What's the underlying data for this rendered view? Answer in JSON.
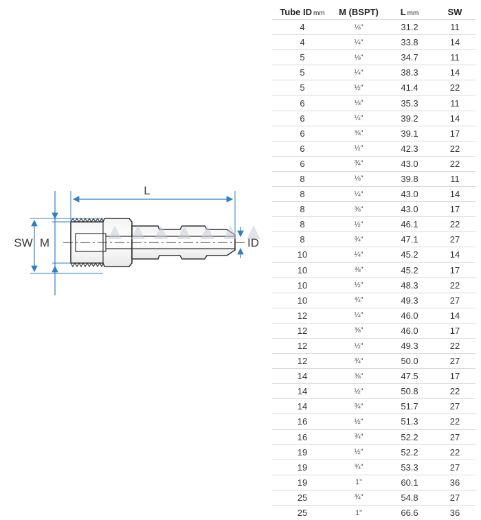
{
  "drawing": {
    "labels": {
      "L": "L",
      "SW": "SW",
      "M": "M",
      "ID": "ID"
    },
    "dimension_color": "#2f7fc1",
    "watermark_color": "#c8cdd8"
  },
  "table": {
    "headers": [
      {
        "label": "Tube ID",
        "unit": "mm"
      },
      {
        "label": "M (BSPT)",
        "unit": ""
      },
      {
        "label": "L",
        "unit": "mm"
      },
      {
        "label": "SW",
        "unit": ""
      }
    ],
    "rows": [
      [
        "4",
        "⅛\"",
        "31.2",
        "11"
      ],
      [
        "4",
        "¼\"",
        "33.8",
        "14"
      ],
      [
        "5",
        "⅛\"",
        "34.7",
        "11"
      ],
      [
        "5",
        "¼\"",
        "38.3",
        "14"
      ],
      [
        "5",
        "½\"",
        "41.4",
        "22"
      ],
      [
        "6",
        "⅛\"",
        "35.3",
        "11"
      ],
      [
        "6",
        "¼\"",
        "39.2",
        "14"
      ],
      [
        "6",
        "⅜\"",
        "39.1",
        "17"
      ],
      [
        "6",
        "½\"",
        "42.3",
        "22"
      ],
      [
        "6",
        "¾\"",
        "43.0",
        "22"
      ],
      [
        "8",
        "⅛\"",
        "39.8",
        "11"
      ],
      [
        "8",
        "¼\"",
        "43.0",
        "14"
      ],
      [
        "8",
        "⅜\"",
        "43.0",
        "17"
      ],
      [
        "8",
        "½\"",
        "46.1",
        "22"
      ],
      [
        "8",
        "¾\"",
        "47.1",
        "27"
      ],
      [
        "10",
        "¼\"",
        "45.2",
        "14"
      ],
      [
        "10",
        "⅜\"",
        "45.2",
        "17"
      ],
      [
        "10",
        "½\"",
        "48.3",
        "22"
      ],
      [
        "10",
        "¾\"",
        "49.3",
        "27"
      ],
      [
        "12",
        "¼\"",
        "46.0",
        "14"
      ],
      [
        "12",
        "⅜\"",
        "46.0",
        "17"
      ],
      [
        "12",
        "½\"",
        "49.3",
        "22"
      ],
      [
        "12",
        "¾\"",
        "50.0",
        "27"
      ],
      [
        "14",
        "⅜\"",
        "47.5",
        "17"
      ],
      [
        "14",
        "½\"",
        "50.8",
        "22"
      ],
      [
        "14",
        "¾\"",
        "51.7",
        "27"
      ],
      [
        "16",
        "½\"",
        "51.3",
        "22"
      ],
      [
        "16",
        "¾\"",
        "52.2",
        "27"
      ],
      [
        "19",
        "½\"",
        "52.2",
        "22"
      ],
      [
        "19",
        "¾\"",
        "53.3",
        "27"
      ],
      [
        "19",
        "1\"",
        "60.1",
        "36"
      ],
      [
        "25",
        "¾\"",
        "54.8",
        "27"
      ],
      [
        "25",
        "1\"",
        "66.6",
        "36"
      ]
    ]
  }
}
